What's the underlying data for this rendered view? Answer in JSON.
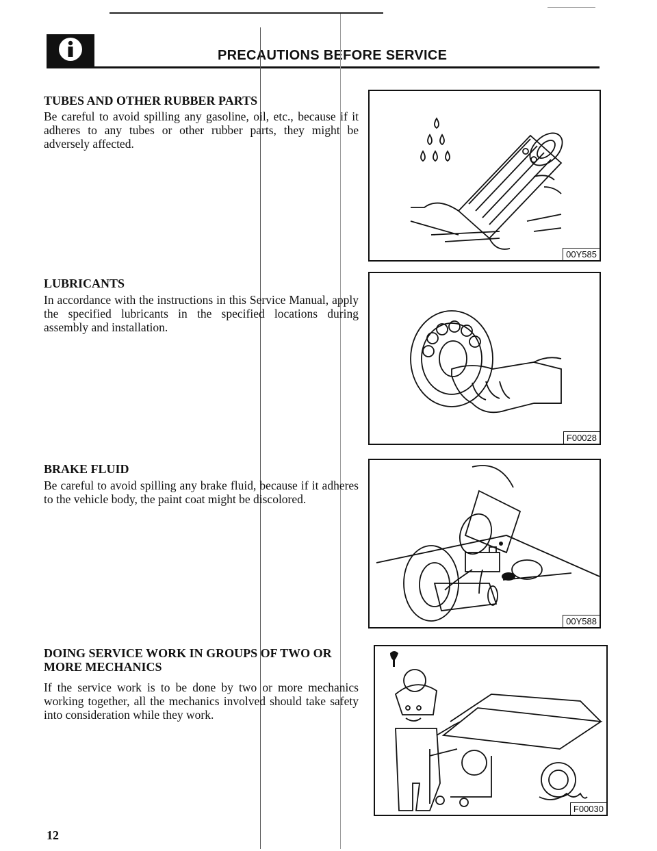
{
  "header": {
    "title": "PRECAUTIONS BEFORE SERVICE",
    "badge_icon": "info-icon"
  },
  "sections": [
    {
      "title": "TUBES AND OTHER RUBBER PARTS",
      "body": "Be careful to avoid spilling any gasoline, oil, etc., because if it adheres to any tubes or other rubber parts, they might be adversely affected."
    },
    {
      "title": "LUBRICANTS",
      "body": "In accordance with the instructions in this Service Manual, apply the specified lubricants in the specified locations during assembly and installation."
    },
    {
      "title": "BRAKE FLUID",
      "body": "Be careful to avoid spilling any brake fluid, because if it adheres to the vehicle body, the paint coat might be discolored."
    },
    {
      "title": "DOING SERVICE WORK IN GROUPS OF TWO OR MORE MECHANICS",
      "body": "If the service work is to be done by two or more mechanics working together, all the mechanics involved should take safety into consideration while they work."
    }
  ],
  "figures": [
    {
      "code": "00Y585",
      "icon": "rubber-tube-cartoon-icon"
    },
    {
      "code": "F00028",
      "icon": "bearing-grease-hand-icon"
    },
    {
      "code": "00Y588",
      "icon": "brake-fluid-spill-icon"
    },
    {
      "code": "F00030",
      "icon": "mechanic-jack-car-icon"
    }
  ],
  "page_number": "12"
}
